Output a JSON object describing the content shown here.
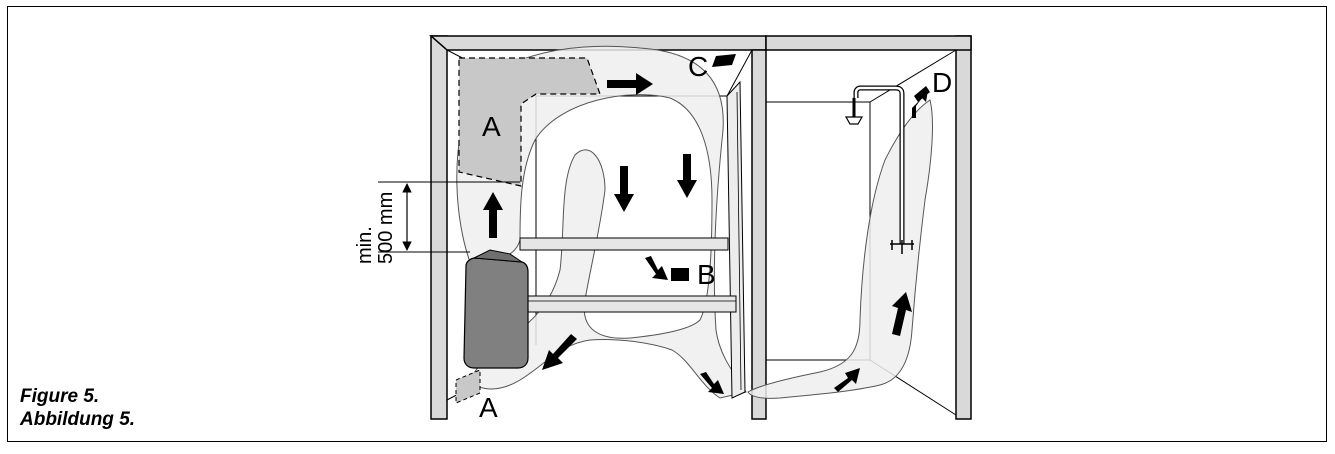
{
  "figure": {
    "caption_en": "Figure 5.",
    "caption_de": "Abbildung 5."
  },
  "labels": {
    "a_top": "A",
    "a_bottom": "A",
    "b": "B",
    "c": "C",
    "d": "D"
  },
  "dimension": {
    "line1": "min.",
    "line2": "500 mm"
  },
  "colors": {
    "wall": "#d9d9d9",
    "airflow": "#ededed",
    "heater": "#808080",
    "zone": "#c8c8c8",
    "ink": "#000000"
  }
}
